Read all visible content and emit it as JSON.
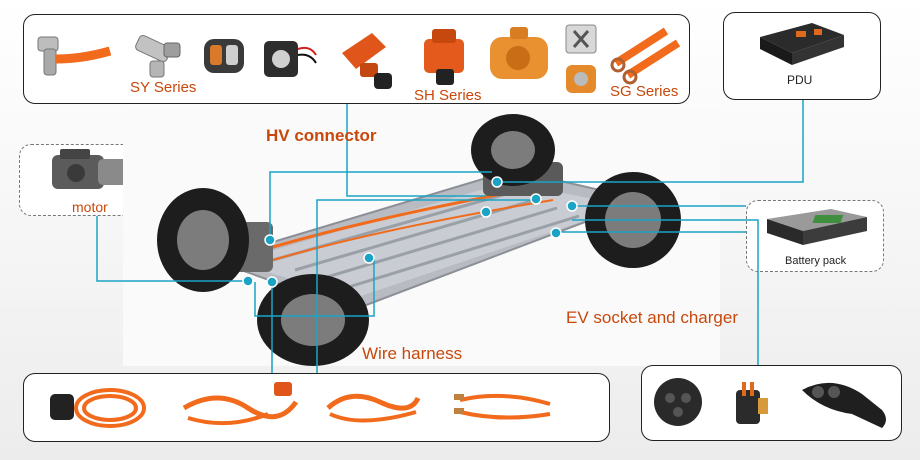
{
  "labels": {
    "sy_series": "SY Series",
    "sh_series": "SH Series",
    "sg_series": "SG Series",
    "pdu": "PDU",
    "hv_connector": "HV connector",
    "motor": "motor",
    "battery_pack": "Battery pack",
    "ev_socket_charger": "EV socket and  charger",
    "wire_harness": "Wire harness"
  },
  "colors": {
    "accent_orange": "#c8480c",
    "connector_line": "#1aa3c4",
    "cable_orange": "#f26a1b",
    "text_dark": "#222222"
  },
  "icons": [
    "elbow-connector-icon",
    "straight-connector-icon",
    "round-connector-icon",
    "black-connector-icon",
    "orange-plug-icon",
    "orange-socket-icon",
    "gear-connector-icon",
    "cap-connector-icon",
    "ring-terminal-cable-icon",
    "pdu-module-icon",
    "motor-unit-icon",
    "battery-pack-icon",
    "ev-socket-icon",
    "charger-plug-icon",
    "car-chassis-icon",
    "coiled-harness-icon",
    "harness-bundle-icon"
  ]
}
